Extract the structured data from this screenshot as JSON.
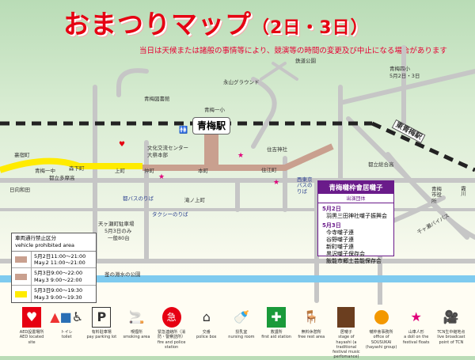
{
  "title": {
    "main": "おまつりマップ",
    "dates": "（2日・3日）"
  },
  "notice": "当日は天候または諸般の事情等により、競演等の時間の変更及び中止になる場合があります",
  "station": "青梅駅",
  "higashi_station": "東青梅駅",
  "labels": [
    "鉄道公園",
    "永山グラウンド",
    "青梅図書館",
    "青梅一小",
    "青梅四小",
    "5月2日・3日",
    "住吉神社",
    "文化交流センター",
    "大祭本部",
    "裏宿町",
    "青梅一中",
    "都立多摩高",
    "日向和田",
    "森下町",
    "上町",
    "仲町",
    "本町",
    "住江町",
    "都バスのりば",
    "西東京バスのりば",
    "タクシーのりば",
    "滝ノ上町",
    "天ヶ瀬町駐車場",
    "5月3日のみ",
    "一般80台",
    "釜の淵水の公園",
    "都立総合高",
    "青梅市役所",
    "千ヶ瀬バイパス",
    "霞川"
  ],
  "legend": {
    "title_ja": "車両通行禁止区分",
    "title_en": "vehicle prohibited area",
    "rows": [
      {
        "color": "#c9a08f",
        "ja": "5月2日11:00～21:00",
        "en": "May.2 11:00～21:00"
      },
      {
        "color": "#c9a08f",
        "ja": "5月3日9:00～22:00",
        "en": "May.3 9:00～22:00"
      },
      {
        "color": "#ffeb00",
        "ja": "5月3日9:00～19:30",
        "en": "May.3 9:00～19:30"
      }
    ]
  },
  "performers": {
    "title": "青梅囃枠會居囃子",
    "subtitle": "出演団体",
    "days": [
      {
        "date": "5月2日",
        "groups": [
          "羽黒三田神社囃子振興会"
        ]
      },
      {
        "date": "5月3日",
        "groups": [
          "今寺囃子連",
          "谷野囃子連",
          "新町囃子連",
          "黒沢囃子保存会",
          "飯能市郷土芸能保存会"
        ]
      }
    ]
  },
  "icon_legend": [
    {
      "icon": "aed-icon",
      "ja": "AED設置場所",
      "en": "AED located site"
    },
    {
      "icon": "toilet-icon",
      "ja": "トイレ",
      "en": "toilet"
    },
    {
      "icon": "parking-icon",
      "ja": "有料駐車場",
      "en": "pay parking lot"
    },
    {
      "icon": "smoking-icon",
      "ja": "喫煙所",
      "en": "smoking area"
    },
    {
      "icon": "emergency-icon",
      "ja": "緊急連絡所（消防・警察詰所）",
      "en": "fire and police station"
    },
    {
      "icon": "police-box-icon",
      "ja": "交番",
      "en": "police box"
    },
    {
      "icon": "nursing-room-icon",
      "ja": "授乳室",
      "en": "nursing room"
    },
    {
      "icon": "first-aid-icon",
      "ja": "救護所",
      "en": "first aid station"
    },
    {
      "icon": "rest-area-icon",
      "ja": "無料休憩所",
      "en": "free rest area"
    },
    {
      "icon": "hayashi-stage-icon",
      "ja": "居囃子",
      "en": "stage of hayashi (a traditional festival music perfomance)"
    },
    {
      "icon": "sousukai-office-icon",
      "ja": "囃枠會事務所",
      "en": "office of SOUSUKAI (hayashi group)"
    },
    {
      "icon": "doll-star-icon",
      "ja": "山車人形",
      "en": "a doll on the festival floats"
    },
    {
      "icon": "camera-icon",
      "ja": "TCN生中継地点",
      "en": "live broadcast point of TCN"
    }
  ],
  "colors": {
    "title": "#e60012",
    "road": "#c8c8c8",
    "restricted": "#c9a08f",
    "yellow": "#ffeb00",
    "river": "#7fcbef",
    "purple": "#6a1b8a"
  }
}
